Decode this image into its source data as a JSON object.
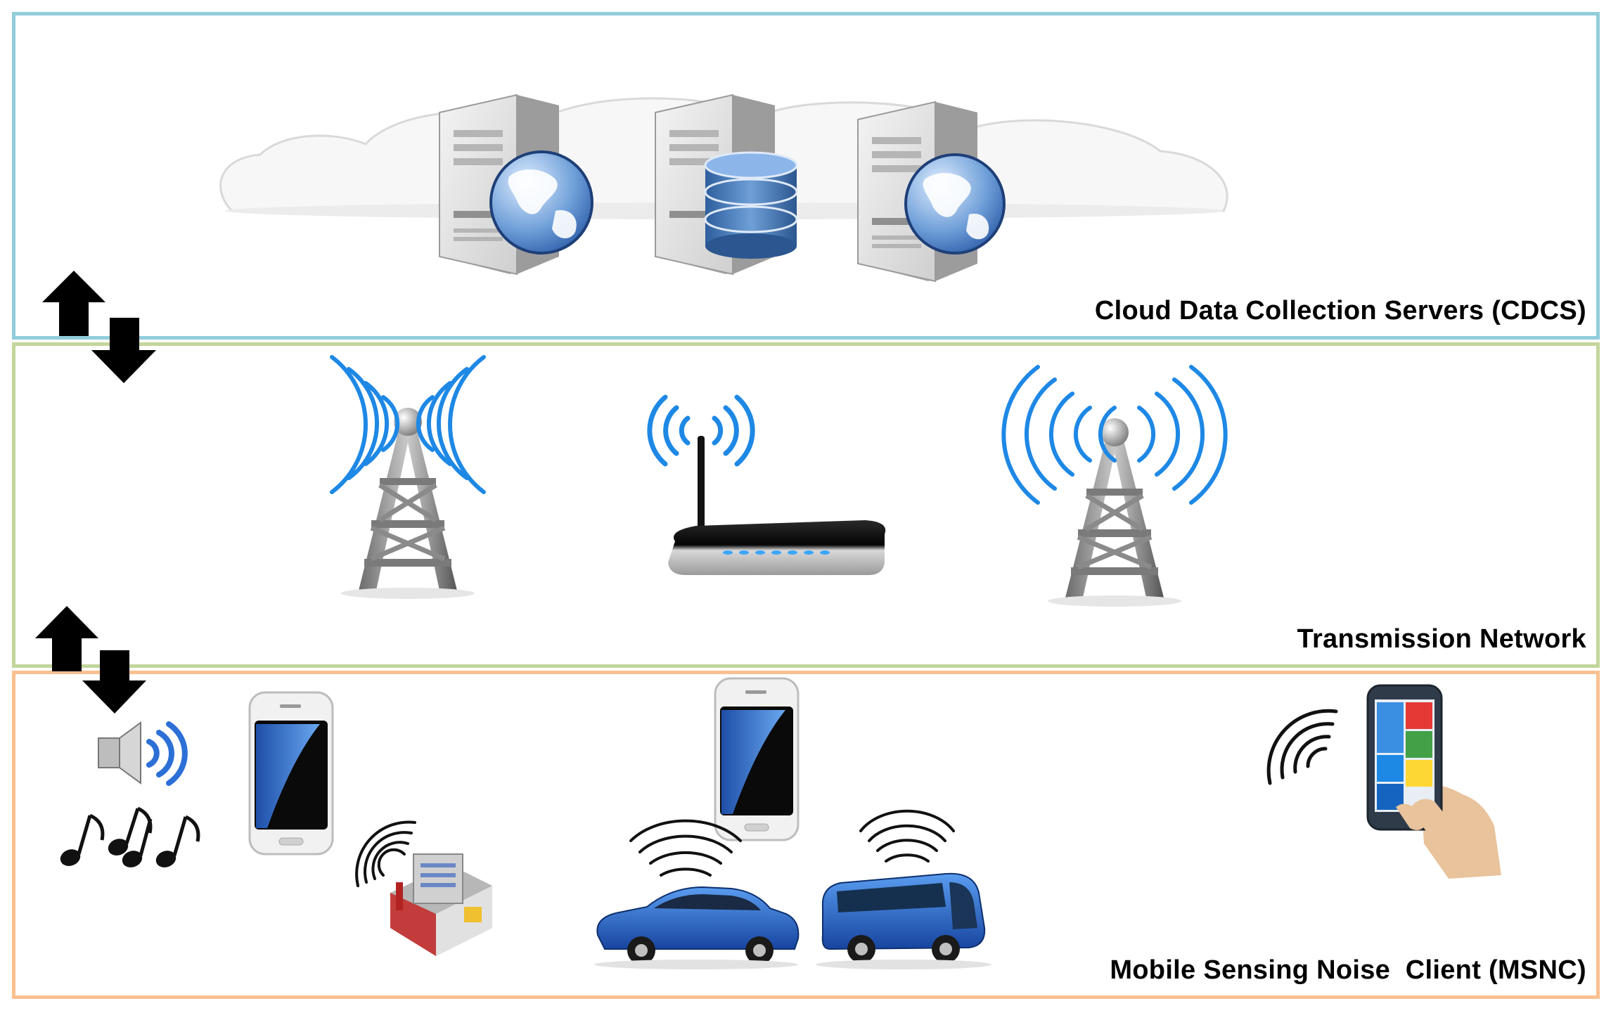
{
  "layers": {
    "cdcs": {
      "label": "Cloud Data Collection Servers (CDCS)"
    },
    "network": {
      "label": "Transmission Network"
    },
    "msnc": {
      "label": "Mobile Sensing Noise  Client (MSNC)"
    }
  },
  "colors": {
    "cdcs_border": "#92CDDC",
    "network_border": "#C3D69B",
    "msnc_border": "#FAC090",
    "signal_blue": "#1E88E5",
    "car_blue": "#1E63C8"
  },
  "icons": [
    "cloud-icon",
    "web-server-icon",
    "database-server-icon",
    "cell-tower-icon",
    "wifi-router-icon",
    "speaker-icon",
    "music-notes-icon",
    "smartphone-icon",
    "factory-icon",
    "car-icon",
    "bus-icon",
    "hand-phone-icon",
    "arrow-up-icon",
    "arrow-down-icon"
  ]
}
